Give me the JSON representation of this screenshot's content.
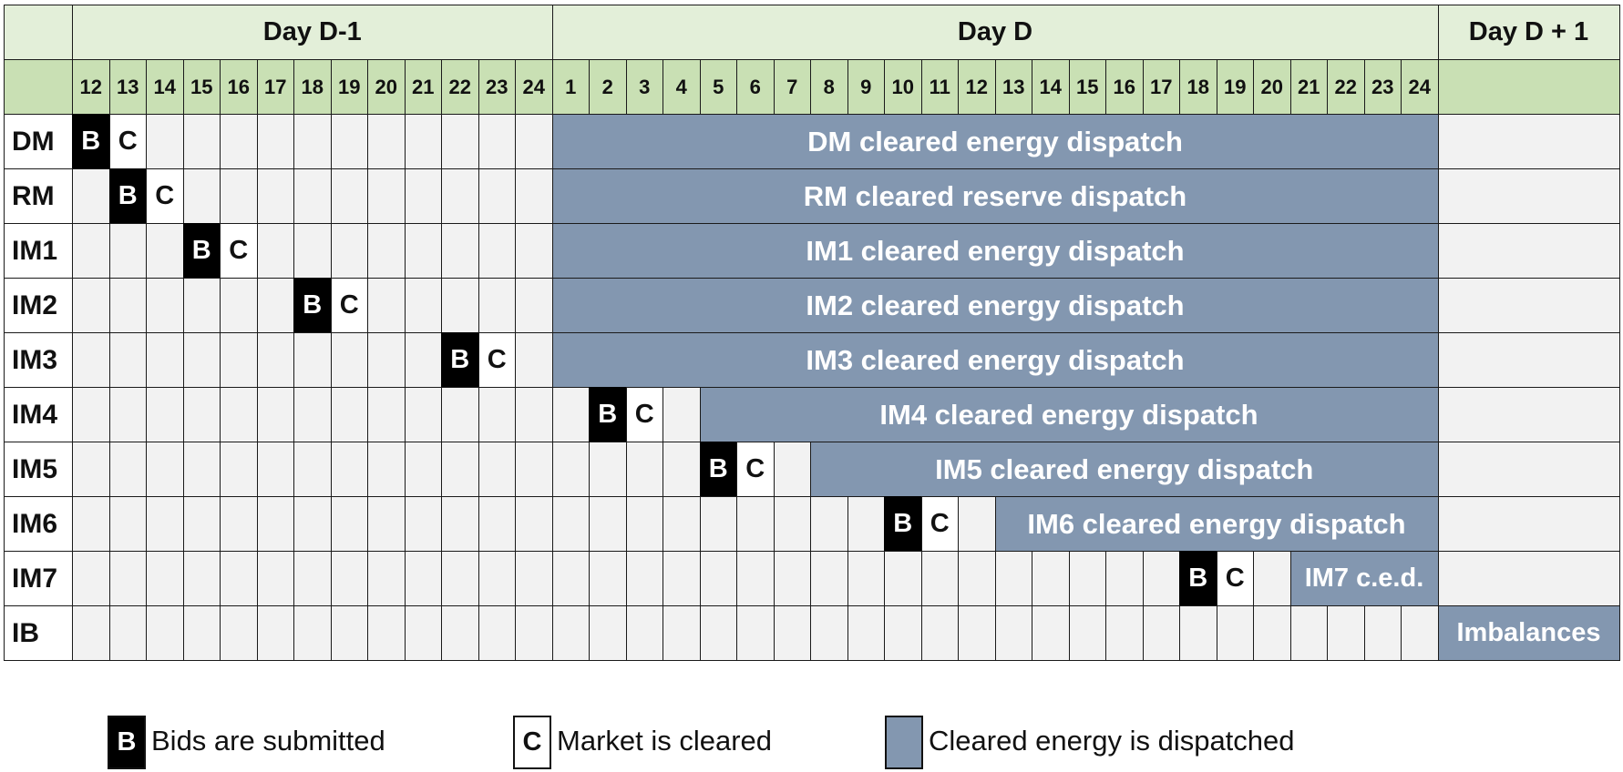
{
  "header": {
    "days": [
      {
        "label": "Day D-1",
        "start": 12,
        "end": 24
      },
      {
        "label": "Day D",
        "start": 1,
        "end": 24
      },
      {
        "label": "Day D + 1"
      }
    ]
  },
  "rows": [
    {
      "label": "DM",
      "bid_col": 0,
      "clear_col": 1,
      "dispatch_start": 13,
      "dispatch_end": 36,
      "dispatch_label": "DM cleared energy dispatch"
    },
    {
      "label": "RM",
      "bid_col": 1,
      "clear_col": 2,
      "dispatch_start": 13,
      "dispatch_end": 36,
      "dispatch_label": "RM cleared reserve dispatch"
    },
    {
      "label": "IM1",
      "bid_col": 3,
      "clear_col": 4,
      "dispatch_start": 13,
      "dispatch_end": 36,
      "dispatch_label": "IM1 cleared energy dispatch"
    },
    {
      "label": "IM2",
      "bid_col": 6,
      "clear_col": 7,
      "dispatch_start": 13,
      "dispatch_end": 36,
      "dispatch_label": "IM2 cleared energy dispatch"
    },
    {
      "label": "IM3",
      "bid_col": 10,
      "clear_col": 11,
      "dispatch_start": 13,
      "dispatch_end": 36,
      "dispatch_label": "IM3 cleared energy dispatch"
    },
    {
      "label": "IM4",
      "bid_col": 14,
      "clear_col": 15,
      "dispatch_start": 17,
      "dispatch_end": 36,
      "dispatch_label": "IM4 cleared energy dispatch"
    },
    {
      "label": "IM5",
      "bid_col": 17,
      "clear_col": 18,
      "dispatch_start": 20,
      "dispatch_end": 36,
      "dispatch_label": "IM5 cleared energy dispatch"
    },
    {
      "label": "IM6",
      "bid_col": 22,
      "clear_col": 23,
      "dispatch_start": 25,
      "dispatch_end": 36,
      "dispatch_label": "IM6 cleared energy dispatch"
    },
    {
      "label": "IM7",
      "bid_col": 30,
      "clear_col": 31,
      "dispatch_start": 33,
      "dispatch_end": 36,
      "dispatch_label": "IM7 c.e.d."
    },
    {
      "label": "IB",
      "dispatch_start": 37,
      "dispatch_end": 37,
      "dispatch_label": "Imbalances"
    }
  ],
  "cell_text": {
    "bid": "B",
    "clear": "C"
  },
  "legend": [
    {
      "key": "bid",
      "box_text": "B",
      "text": "Bids are submitted"
    },
    {
      "key": "clear",
      "box_text": "C",
      "text": "Market is cleared"
    },
    {
      "key": "dispatch",
      "box_text": "",
      "text": "Cleared energy is dispatched"
    }
  ],
  "colors": {
    "header_day": "#e3efd9",
    "header_hour": "#c9e0b4",
    "empty_cell": "#f2f2f2",
    "bid": "#000000",
    "clear": "#ffffff",
    "dispatch": "#8397b0"
  }
}
